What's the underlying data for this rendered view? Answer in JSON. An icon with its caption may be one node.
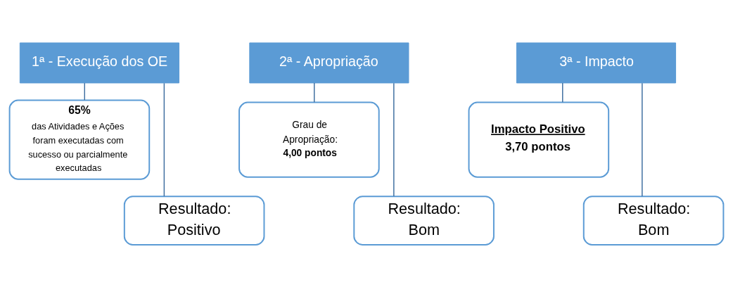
{
  "diagram": {
    "nodes": [
      {
        "text": [
          "1ª - Execução dos OE"
        ]
      },
      {
        "text": [
          "65%",
          "das Atividades e Ações foram executadas com sucesso ou parcialmente executadas"
        ]
      },
      {
        "text": [
          "Resultado: Positivo"
        ]
      },
      {
        "text": [
          "2ª - Apropriação"
        ]
      },
      {
        "text": [
          "Grau de Apropriação: **4,00 pontos**"
        ]
      },
      {
        "text": [
          "Resultado: Bom"
        ]
      },
      {
        "text": [
          "3ª - Impacto"
        ]
      },
      {
        "text": [
          "Impacto Positivo",
          "3,70 pontos"
        ]
      },
      {
        "text": [
          "Resultado: Bom"
        ]
      }
    ],
    "edges": [
      {
        "from": 0,
        "to": 1,
        "arrow": "none"
      },
      {
        "from": 0,
        "to": 2,
        "arrow": "none"
      },
      {
        "from": 3,
        "to": 4,
        "arrow": "none"
      },
      {
        "from": 3,
        "to": 5,
        "arrow": "none"
      },
      {
        "from": 6,
        "to": 7,
        "arrow": "none"
      },
      {
        "from": 6,
        "to": 8,
        "arrow": "none"
      }
    ]
  }
}
